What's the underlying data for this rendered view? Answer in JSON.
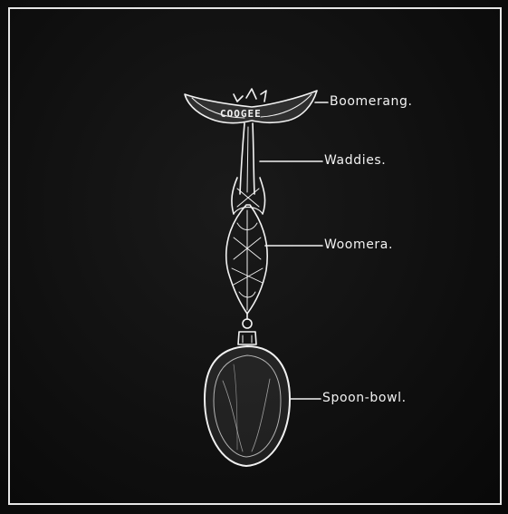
{
  "labels": {
    "boomerang": "Boomerang.",
    "waddies": "Waddies.",
    "woomera": "Woomera.",
    "spoon_bowl": "Spoon-bowl."
  },
  "boomerang_inscription": "COOGEE",
  "colors": {
    "background": "#0f0f0f",
    "ink": "#f2f2f2"
  }
}
